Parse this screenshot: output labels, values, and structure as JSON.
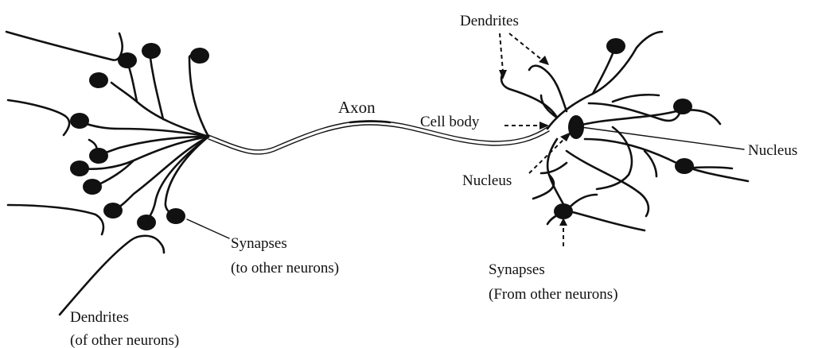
{
  "labels": {
    "dendrites_top": "Dendrites",
    "axon": "Axon",
    "cell_body": "Cell body",
    "nucleus_right": "Nucleus",
    "nucleus_lower": "Nucleus",
    "synapses_to_line1": "Synapses",
    "synapses_to_line2": "(to other neurons)",
    "synapses_from_line1": "Synapses",
    "synapses_from_line2": "(From other neurons)",
    "dendrites_other_line1": "Dendrites",
    "dendrites_other_line2": "(of other neurons)"
  }
}
